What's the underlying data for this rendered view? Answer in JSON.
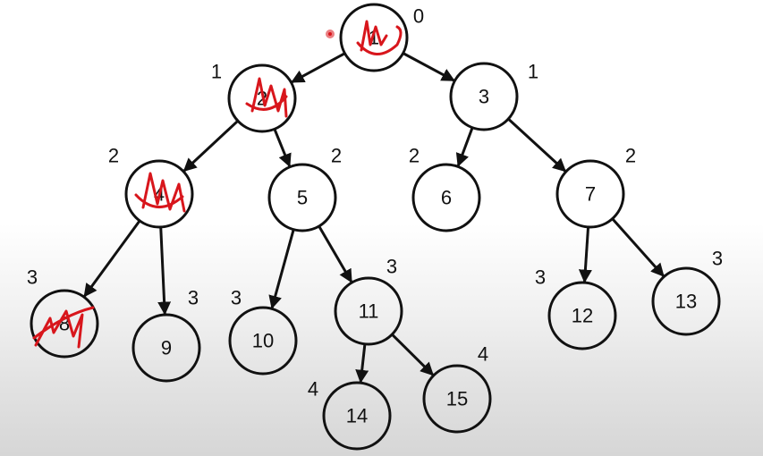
{
  "accent_color": "#d8161c",
  "nodes": [
    {
      "id": "1",
      "label": "1",
      "depth": "0",
      "marked": true
    },
    {
      "id": "2",
      "label": "2",
      "depth": "1",
      "marked": true
    },
    {
      "id": "3",
      "label": "3",
      "depth": "1",
      "marked": false
    },
    {
      "id": "4",
      "label": "4",
      "depth": "2",
      "marked": true
    },
    {
      "id": "5",
      "label": "5",
      "depth": "2",
      "marked": false
    },
    {
      "id": "6",
      "label": "6",
      "depth": "2",
      "marked": false
    },
    {
      "id": "7",
      "label": "7",
      "depth": "2",
      "marked": false
    },
    {
      "id": "8",
      "label": "8",
      "depth": "3",
      "marked": true
    },
    {
      "id": "9",
      "label": "9",
      "depth": "3",
      "marked": false
    },
    {
      "id": "10",
      "label": "10",
      "depth": "3",
      "marked": false
    },
    {
      "id": "11",
      "label": "11",
      "depth": "3",
      "marked": false
    },
    {
      "id": "12",
      "label": "12",
      "depth": "3",
      "marked": false
    },
    {
      "id": "13",
      "label": "13",
      "depth": "3",
      "marked": false
    },
    {
      "id": "14",
      "label": "14",
      "depth": "4",
      "marked": false
    },
    {
      "id": "15",
      "label": "15",
      "depth": "4",
      "marked": false
    }
  ],
  "edges": [
    [
      "1",
      "2"
    ],
    [
      "1",
      "3"
    ],
    [
      "2",
      "4"
    ],
    [
      "2",
      "5"
    ],
    [
      "3",
      "6"
    ],
    [
      "3",
      "7"
    ],
    [
      "4",
      "8"
    ],
    [
      "4",
      "9"
    ],
    [
      "5",
      "10"
    ],
    [
      "5",
      "11"
    ],
    [
      "7",
      "12"
    ],
    [
      "7",
      "13"
    ],
    [
      "11",
      "14"
    ],
    [
      "11",
      "15"
    ]
  ]
}
